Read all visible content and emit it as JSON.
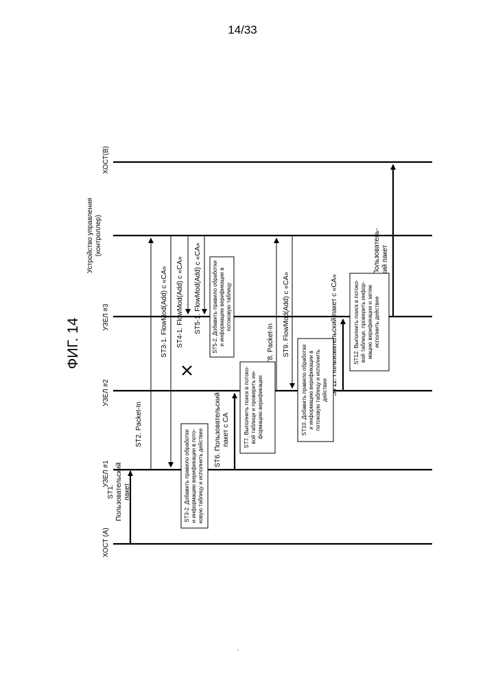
{
  "page": "14/33",
  "figure": "ФИГ. 14",
  "participants": {
    "host_a": "ХОСТ (А)",
    "node1": "УЗЕЛ #1",
    "node2": "УЗЕЛ #2",
    "node3": "УЗЕЛ #3",
    "controller": [
      "Устройство управления",
      "(контроллер)"
    ],
    "host_b": "ХОСТ(В)"
  },
  "steps": {
    "st1": [
      "ST1.",
      "Пользовательский",
      "пакет"
    ],
    "st2": "ST2. Packet-In",
    "st3_1": "ST3-1. FlowMod(Add) с «CA»",
    "st3_2": [
      "ST3-2. Добавить правило обработки",
      "и информацию верификации в пото-",
      "ковую таблицу и исполнить действие"
    ],
    "st4_1": "ST4-1. FlowMod(Add) с «CA»",
    "st5_1": "ST5-1. FlowMod(Add) с «CA»",
    "st5_2": [
      "ST5-2. Добавить правило обработки",
      "и информацию верификации в",
      "потоковую таблицу"
    ],
    "st6": [
      "ST6. Пользовательский",
      "пакет с CA"
    ],
    "st7": [
      "ST7. Выполнить поиск в потоко-",
      "вой таблице и проверить ин-",
      "формацию верификации"
    ],
    "st8": "ST8. Packet-In",
    "st9": "ST9. FlowMod(Add) с «CA»",
    "st10": [
      "ST10. Добавить правило обработки",
      "и информацию верификации в",
      "потоковую таблицу и исполнить",
      "действие"
    ],
    "st11": "ST11. Пользовательский пакет с «CA»",
    "st12": [
      "ST12. Выполнить поиск в потоко-",
      "вой таблице, проверить инфор-",
      "мацию верификации и затем",
      "исполнить действие"
    ],
    "st13": [
      "ST13. Пользователь-",
      "ский пакет"
    ]
  }
}
